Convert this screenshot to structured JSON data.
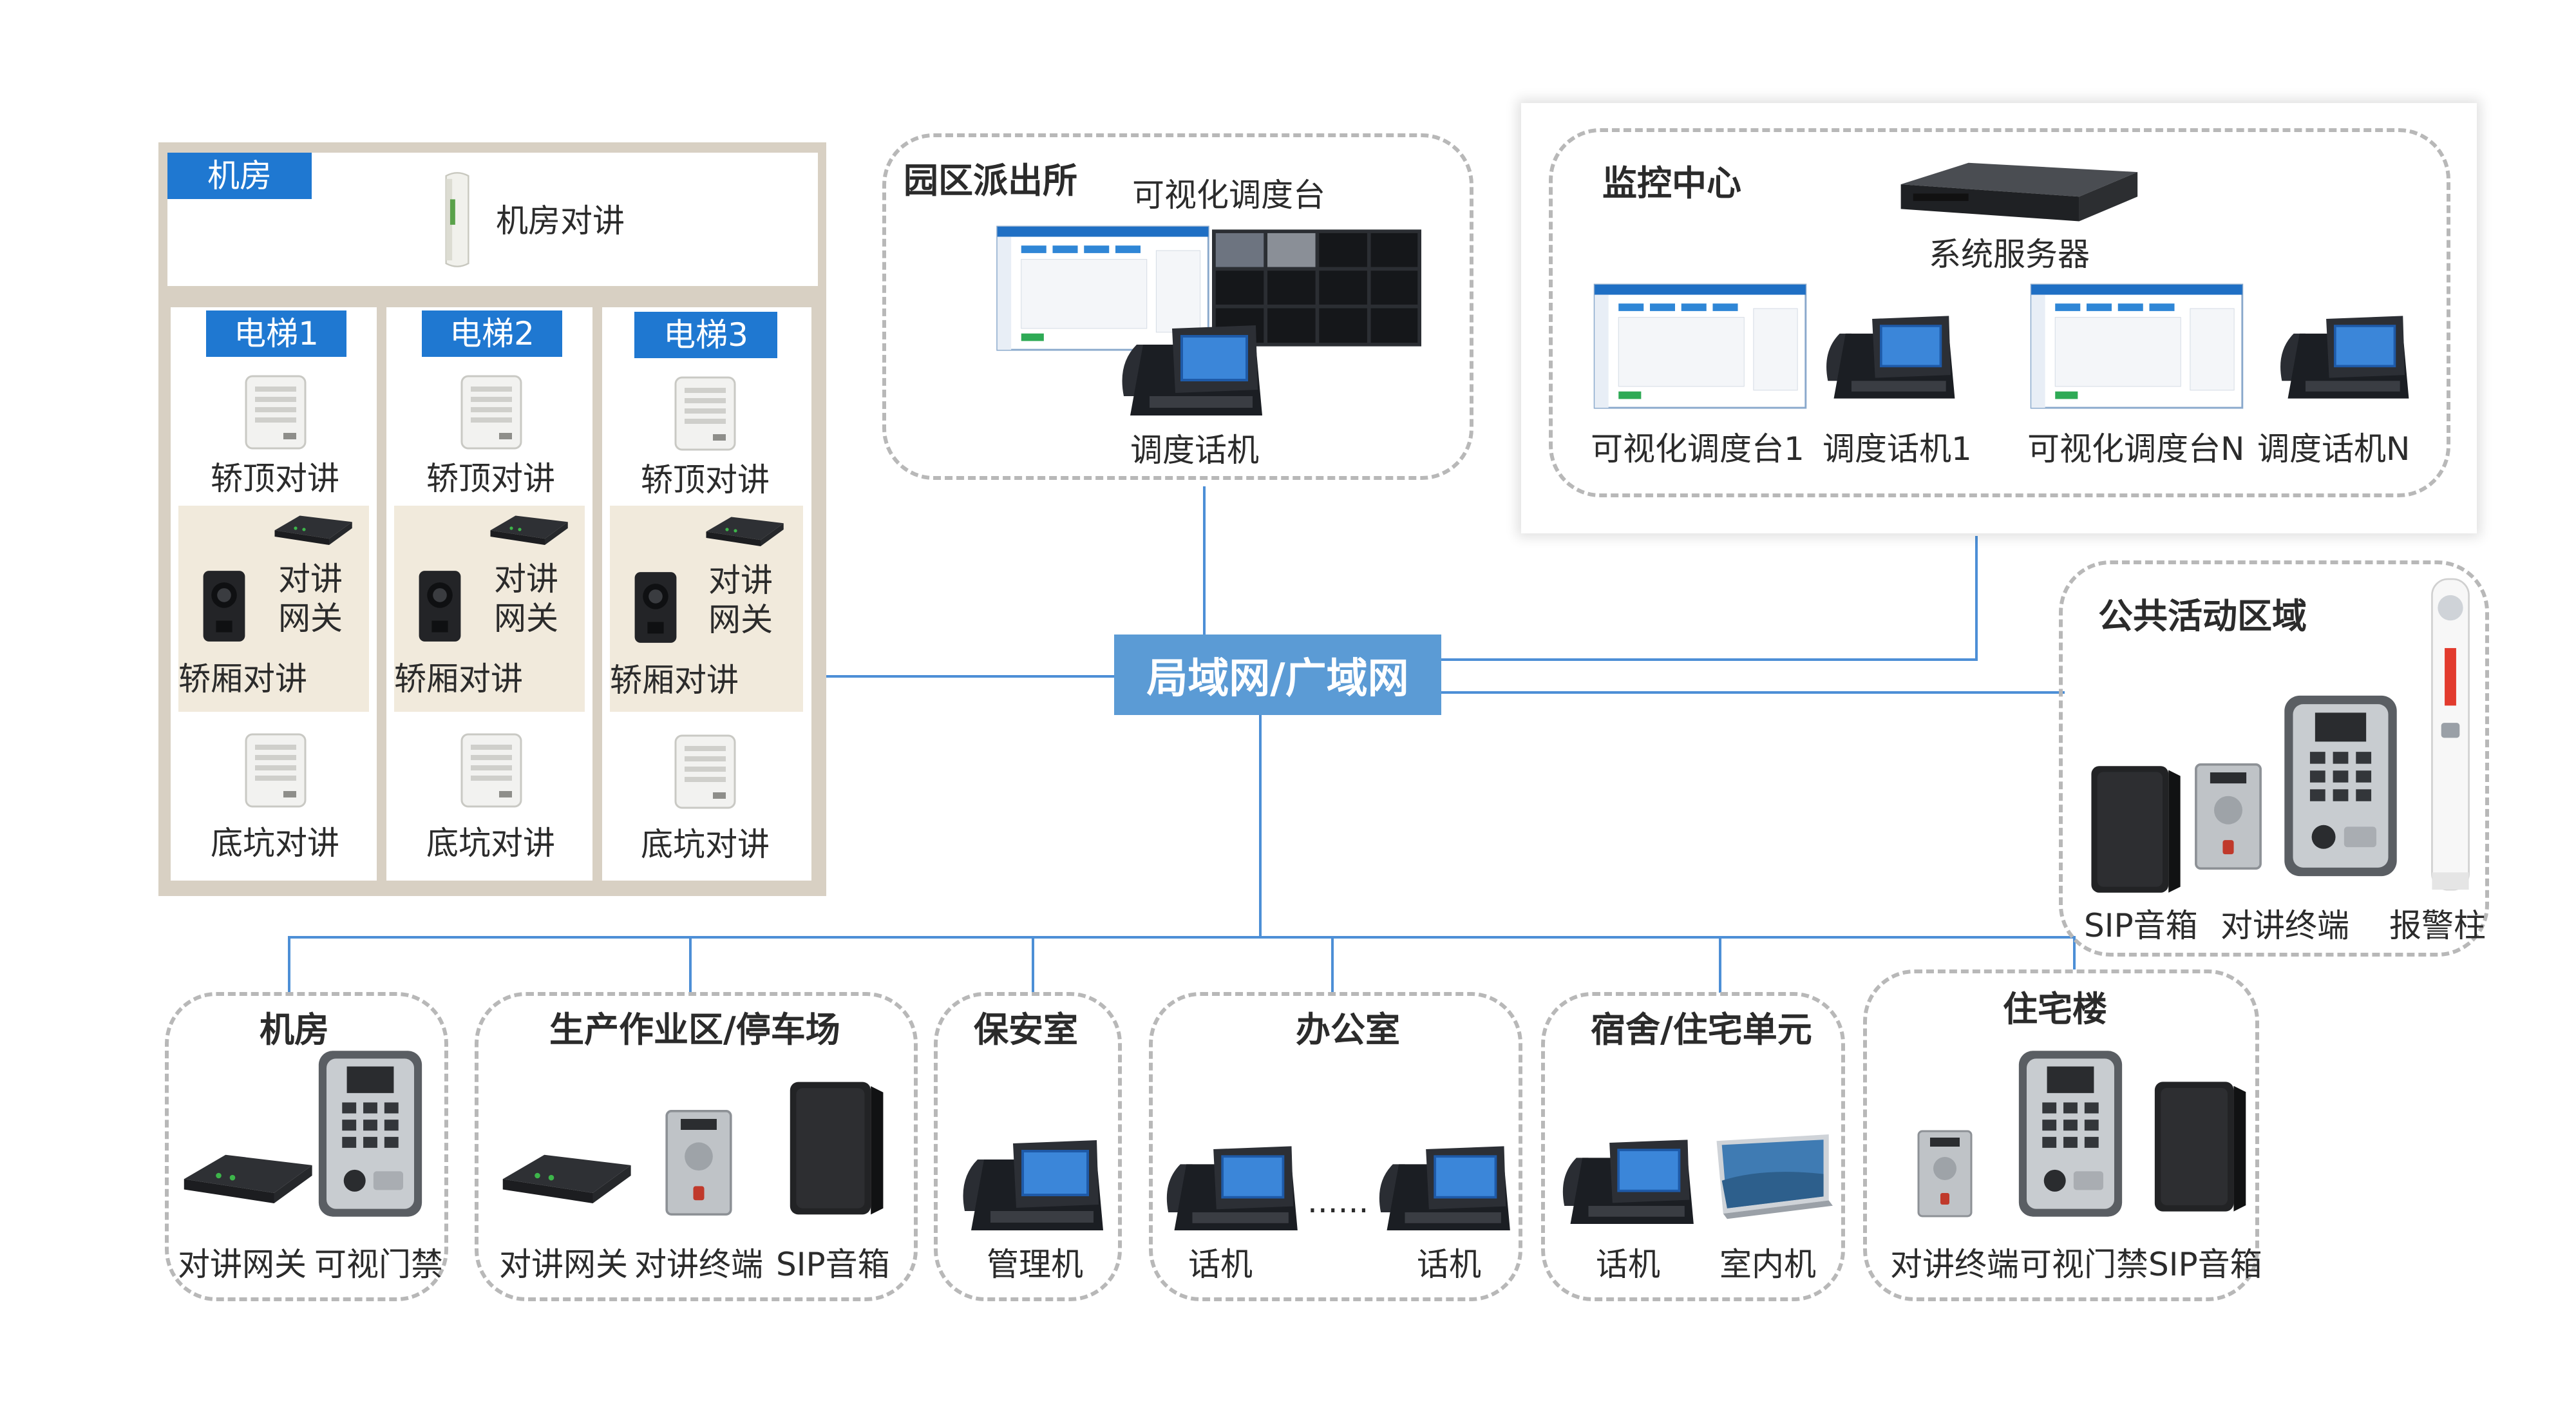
{
  "colors": {
    "accent_blue": "#1f78d1",
    "hub_blue": "#5b9bd5",
    "line_blue": "#4d8fd6",
    "frame_beige": "#d8d0c3",
    "dashed_gray": "#b8b8b8"
  },
  "hub": {
    "label": "局域网/广域网"
  },
  "machine_room_top": {
    "tag": "机房",
    "device": "机房对讲"
  },
  "elevators": [
    {
      "tag": "电梯1",
      "car_top": "轿顶对讲",
      "gateway": "对讲\n网关",
      "car": "轿厢对讲",
      "pit": "底坑对讲"
    },
    {
      "tag": "电梯2",
      "car_top": "轿顶对讲",
      "gateway": "对讲\n网关",
      "car": "轿厢对讲",
      "pit": "底坑对讲"
    },
    {
      "tag": "电梯3",
      "car_top": "轿顶对讲",
      "gateway": "对讲\n网关",
      "car": "轿厢对讲",
      "pit": "底坑对讲"
    }
  ],
  "police": {
    "title": "园区派出所",
    "console": "可视化调度台",
    "phone": "调度话机"
  },
  "monitor": {
    "title": "监控中心",
    "server": "系统服务器",
    "console1": "可视化调度台1",
    "phone1": "调度话机1",
    "consoleN": "可视化调度台N",
    "phoneN": "调度话机N"
  },
  "public": {
    "title": "公共活动区域",
    "speaker": "SIP音箱",
    "terminal": "对讲终端",
    "alarm": "报警柱"
  },
  "bottom": {
    "room": {
      "title": "机房",
      "item1": "对讲网关",
      "item2": "可视门禁"
    },
    "production": {
      "title": "生产作业区/停车场",
      "item1": "对讲网关",
      "item2": "对讲终端",
      "item3": "SIP音箱"
    },
    "security": {
      "title": "保安室",
      "item1": "管理机"
    },
    "office": {
      "title": "办公室",
      "item1": "话机",
      "dots": "......",
      "item2": "话机"
    },
    "dorm": {
      "title": "宿舍/住宅单元",
      "item1": "话机",
      "item2": "室内机"
    },
    "residential": {
      "title": "住宅楼",
      "item1": "对讲终端",
      "item2": "可视门禁",
      "item3": "SIP音箱"
    }
  }
}
